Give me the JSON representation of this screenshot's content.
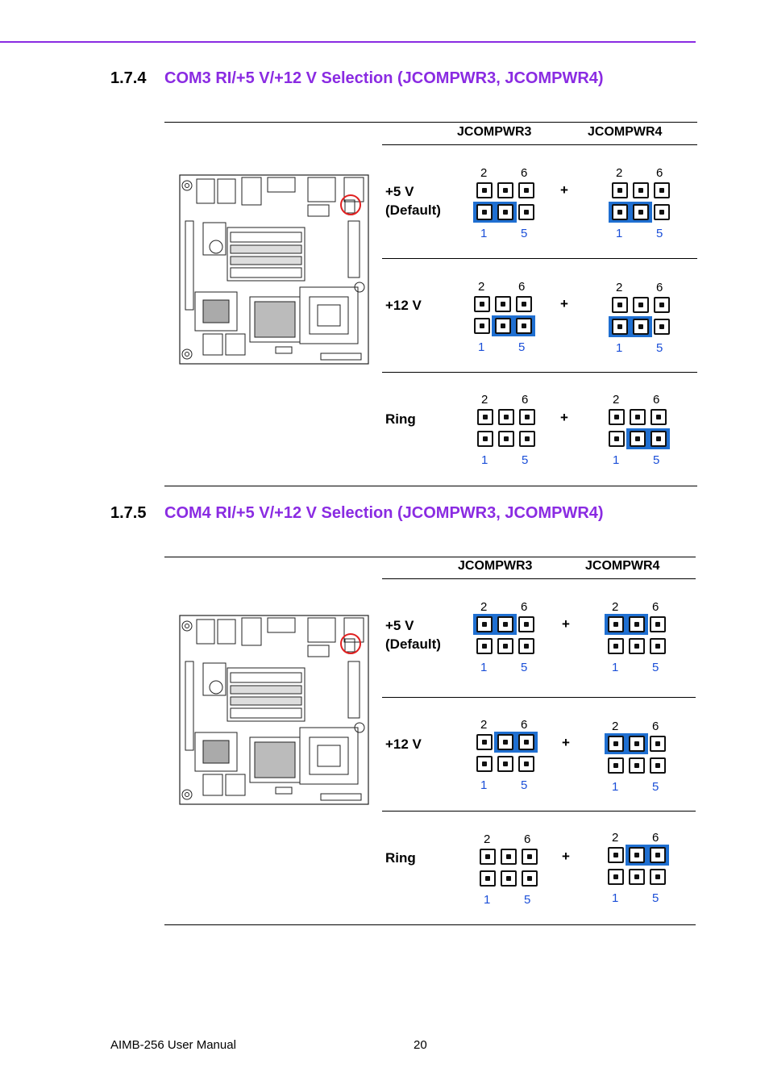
{
  "sections": [
    {
      "number": "1.7.4",
      "title": "COM3 RI/+5 V/+12 V Selection (JCOMPWR3, JCOMPWR4)",
      "columns": [
        "JCOMPWR3",
        "JCOMPWR4"
      ],
      "rows": [
        {
          "label_line1": "+5 V",
          "label_line2": "(Default)",
          "plus": "+",
          "jumpers": [
            {
              "row": "bottom",
              "pins": [
                0,
                1
              ]
            },
            {
              "row": "bottom",
              "pins": [
                0,
                1
              ]
            }
          ]
        },
        {
          "label_line1": "+12 V",
          "label_line2": "",
          "plus": "+",
          "jumpers": [
            {
              "row": "bottom",
              "pins": [
                1,
                2
              ]
            },
            {
              "row": "bottom",
              "pins": [
                0,
                1
              ]
            }
          ]
        },
        {
          "label_line1": "Ring",
          "label_line2": "",
          "plus": "+",
          "jumpers": [
            {
              "row": "none",
              "pins": []
            },
            {
              "row": "bottom",
              "pins": [
                1,
                2
              ]
            }
          ]
        }
      ]
    },
    {
      "number": "1.7.5",
      "title": "COM4 RI/+5 V/+12 V Selection (JCOMPWR3, JCOMPWR4)",
      "columns": [
        "JCOMPWR3",
        "JCOMPWR4"
      ],
      "rows": [
        {
          "label_line1": "+5 V",
          "label_line2": "(Default)",
          "plus": "+",
          "jumpers": [
            {
              "row": "top",
              "pins": [
                0,
                1
              ]
            },
            {
              "row": "top",
              "pins": [
                0,
                1
              ]
            }
          ]
        },
        {
          "label_line1": "+12 V",
          "label_line2": "",
          "plus": "+",
          "jumpers": [
            {
              "row": "top",
              "pins": [
                1,
                2
              ]
            },
            {
              "row": "top",
              "pins": [
                0,
                1
              ]
            }
          ]
        },
        {
          "label_line1": "Ring",
          "label_line2": "",
          "plus": "+",
          "jumpers": [
            {
              "row": "none",
              "pins": []
            },
            {
              "row": "top",
              "pins": [
                1,
                2
              ]
            }
          ]
        }
      ]
    }
  ],
  "pin_labels": {
    "top_left": "2",
    "top_right": "6",
    "bottom_left": "1",
    "bottom_right": "5"
  },
  "colors": {
    "accent": "#8a2be2",
    "jumper_highlight": "#1f6fd1",
    "pin_number_blue": "#1b4fd8",
    "marker_circle": "#e02020"
  },
  "footer": {
    "manual": "AIMB-256 User Manual",
    "page": "20"
  }
}
